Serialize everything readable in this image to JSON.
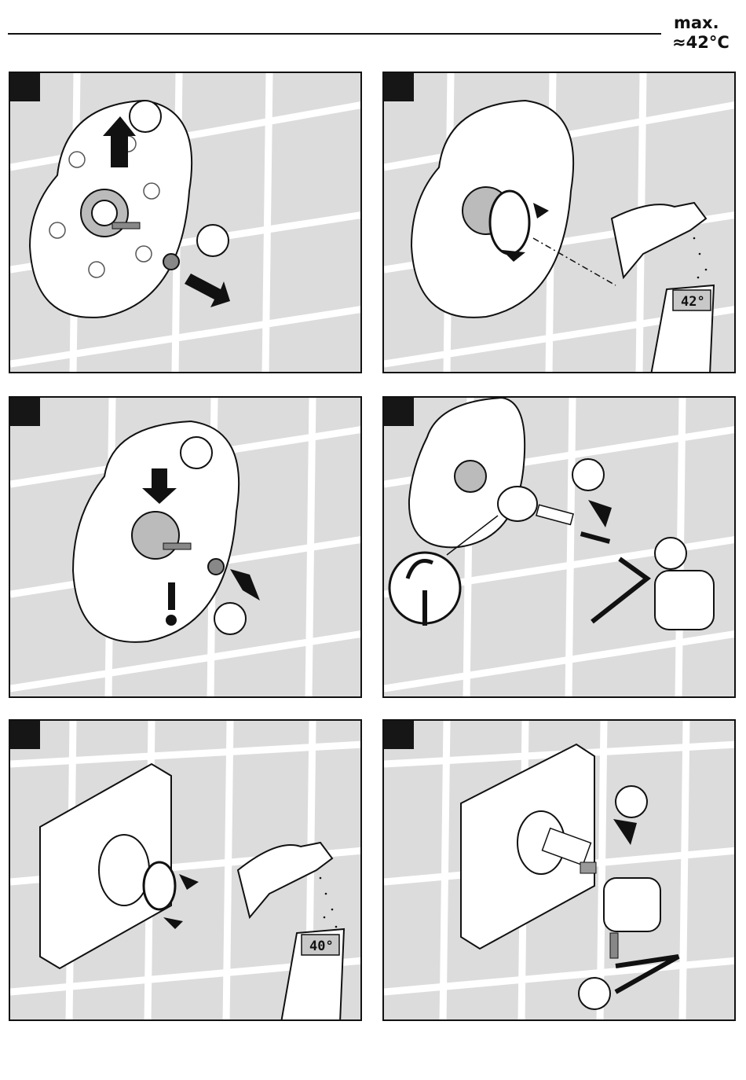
{
  "header": {
    "max_label": "max.",
    "temp_label": "≈42°C"
  },
  "panels": [
    {
      "id": "step-1",
      "icon": "remove-clip-and-ring-illustration"
    },
    {
      "id": "step-2",
      "icon": "set-temperature-illustration",
      "thermometer": "42°"
    },
    {
      "id": "step-3",
      "icon": "reinstall-clip-and-ring-illustration"
    },
    {
      "id": "step-4",
      "icon": "mount-extension-illustration"
    },
    {
      "id": "step-5",
      "icon": "check-temperature-illustration",
      "thermometer": "40°"
    },
    {
      "id": "step-6",
      "icon": "mount-handle-illustration"
    }
  ],
  "colors": {
    "tile": "#dcdcdc",
    "grout": "#ffffff",
    "ink": "#111111",
    "step_box": "#161616"
  }
}
